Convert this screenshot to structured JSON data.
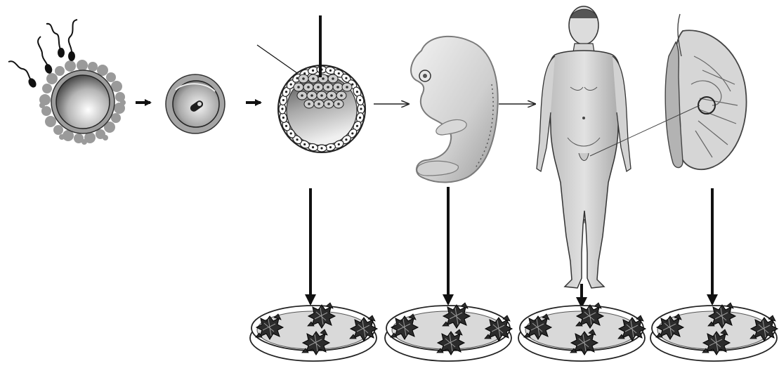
{
  "diagram": {
    "stages": [
      {
        "id": "fertilization",
        "icon": "egg-with-sperm-icon"
      },
      {
        "id": "zygote",
        "icon": "zygote-icon"
      },
      {
        "id": "blastocyst",
        "icon": "blastocyst-icon"
      },
      {
        "id": "embryo",
        "icon": "embryo-icon"
      },
      {
        "id": "adult",
        "icon": "adult-human-icon"
      },
      {
        "id": "testis",
        "icon": "testis-cross-section-icon"
      }
    ],
    "dishes": [
      {
        "id": "dish-1",
        "icon": "petri-dish-icon"
      },
      {
        "id": "dish-2",
        "icon": "petri-dish-icon"
      },
      {
        "id": "dish-3",
        "icon": "petri-dish-icon"
      },
      {
        "id": "dish-4",
        "icon": "petri-dish-icon"
      }
    ],
    "colors": {
      "ink": "#1a1a1a",
      "tissue": "#c8c8c8",
      "tissue_dark": "#8f8f8f",
      "dish": "#d9d9d9",
      "granulosa": "#9a9a9a"
    }
  }
}
